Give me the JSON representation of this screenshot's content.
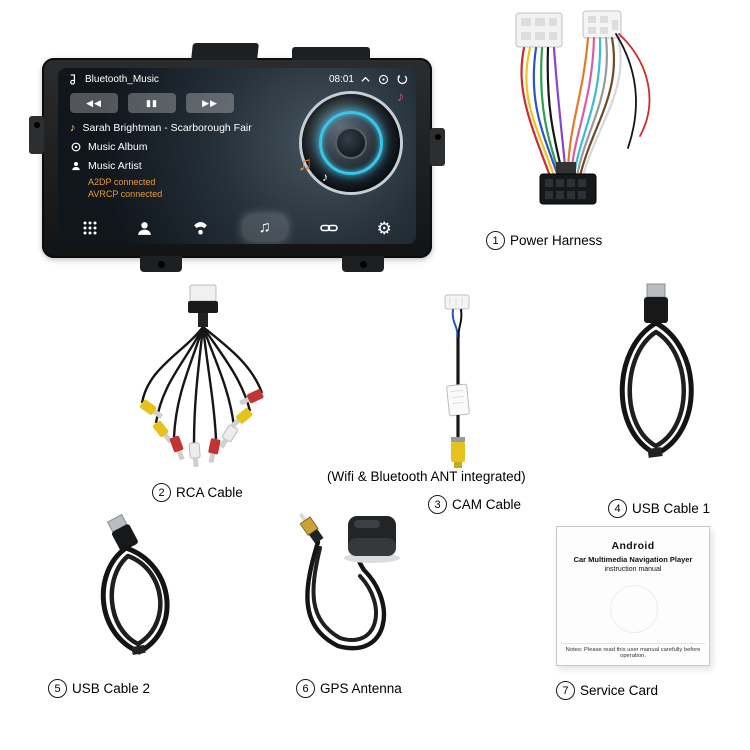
{
  "screen": {
    "app": "Bluetooth_Music",
    "time": "08:01",
    "track": "Sarah Brightman - Scarborough Fair",
    "album": "Music Album",
    "artist": "Music Artist",
    "status1": "A2DP connected",
    "status2": "AVRCP connected",
    "controls": {
      "prev": "◀◀",
      "pause": "▮▮",
      "next": "▶▶"
    },
    "glyphs": {
      "music": "♫",
      "note": "♪",
      "gear": "⚙"
    }
  },
  "items": [
    {
      "num": "1",
      "label": "Power Harness"
    },
    {
      "num": "2",
      "label": "RCA Cable"
    },
    {
      "num": "3",
      "label": "CAM Cable",
      "note": "(Wifi & Bluetooth ANT integrated)"
    },
    {
      "num": "4",
      "label": "USB Cable 1"
    },
    {
      "num": "5",
      "label": "USB Cable 2"
    },
    {
      "num": "6",
      "label": "GPS Antenna"
    },
    {
      "num": "7",
      "label": "Service Card"
    }
  ],
  "service_card": {
    "title": "Android",
    "subtitle": "Car Multimedia Navigation Player",
    "line": "instruction manual",
    "note": "Notes: Please read this user manual carefully before operation."
  },
  "colors": {
    "knob_ring_cyan": "#39c6e8",
    "status_orange": "#e89a3c"
  }
}
